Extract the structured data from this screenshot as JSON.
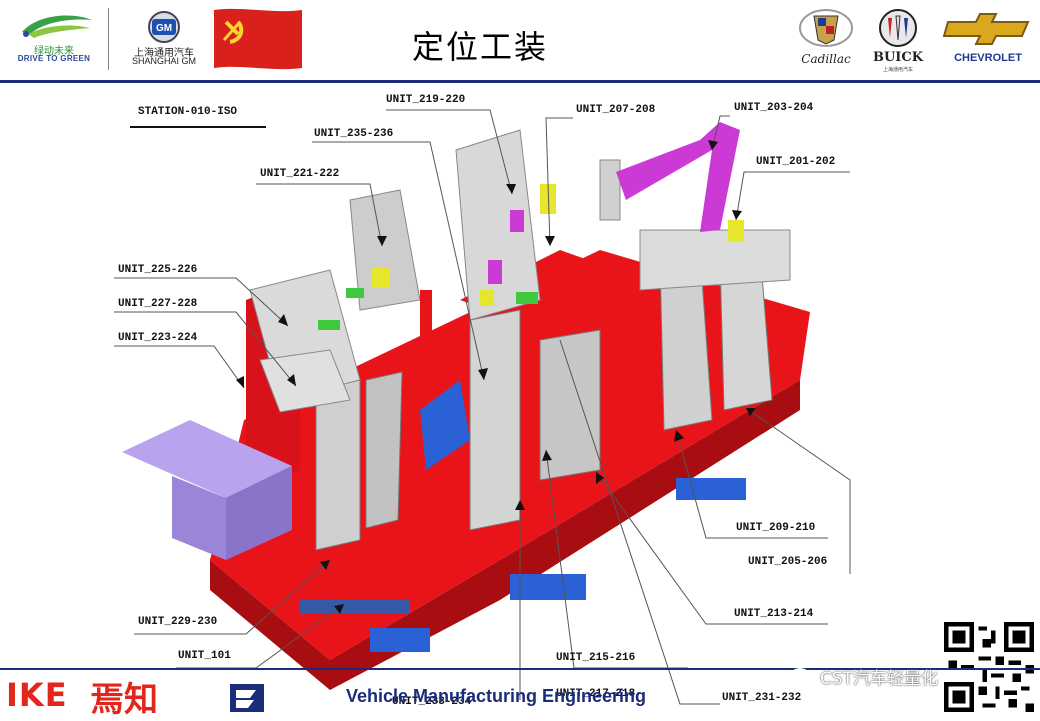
{
  "header": {
    "title": "定位工装",
    "left_logos": {
      "drive_to_green": {
        "cn": "绿动未来",
        "en": "DRIVE TO GREEN"
      },
      "sgm": {
        "badge": "GM",
        "cn": "上海通用汽车",
        "en": "SHANGHAI GM"
      }
    },
    "brands": {
      "cadillac": "Cadillac",
      "buick": "BUICK",
      "buick_sub": "上海通用汽车",
      "chevrolet": "CHEVROLET"
    }
  },
  "diagram": {
    "station": "STATION-010-ISO",
    "labels": [
      {
        "id": "u219",
        "text": "UNIT_219-220"
      },
      {
        "id": "u207",
        "text": "UNIT_207-208"
      },
      {
        "id": "u203",
        "text": "UNIT_203-204"
      },
      {
        "id": "u235",
        "text": "UNIT_235-236"
      },
      {
        "id": "u201",
        "text": "UNIT_201-202"
      },
      {
        "id": "u221",
        "text": "UNIT_221-222"
      },
      {
        "id": "u225",
        "text": "UNIT_225-226"
      },
      {
        "id": "u227",
        "text": "UNIT_227-228"
      },
      {
        "id": "u223",
        "text": "UNIT_223-224"
      },
      {
        "id": "u209",
        "text": "UNIT_209-210"
      },
      {
        "id": "u205",
        "text": "UNIT_205-206"
      },
      {
        "id": "u213",
        "text": "UNIT_213-214"
      },
      {
        "id": "u229",
        "text": "UNIT_229-230"
      },
      {
        "id": "u215",
        "text": "UNIT_215-216"
      },
      {
        "id": "u101",
        "text": "UNIT_101"
      },
      {
        "id": "u217",
        "text": "UNIT_217-218"
      },
      {
        "id": "u233",
        "text": "UNIT_233-234"
      },
      {
        "id": "u231",
        "text": "UNIT_231-232"
      }
    ],
    "colors": {
      "base": "#e8141a",
      "fixture": "#c8c8c8",
      "clamp_yellow": "#e6e62a",
      "clamp_green": "#3ec83e",
      "magenta": "#cc3ad6",
      "violet": "#a58be0",
      "blue": "#2a62d6"
    }
  },
  "footer": {
    "ike": "IKE",
    "ike_cn": "焉知",
    "vme": "Vehicle Manufacturing Engineering",
    "wechat": "CST汽车轻量化"
  }
}
